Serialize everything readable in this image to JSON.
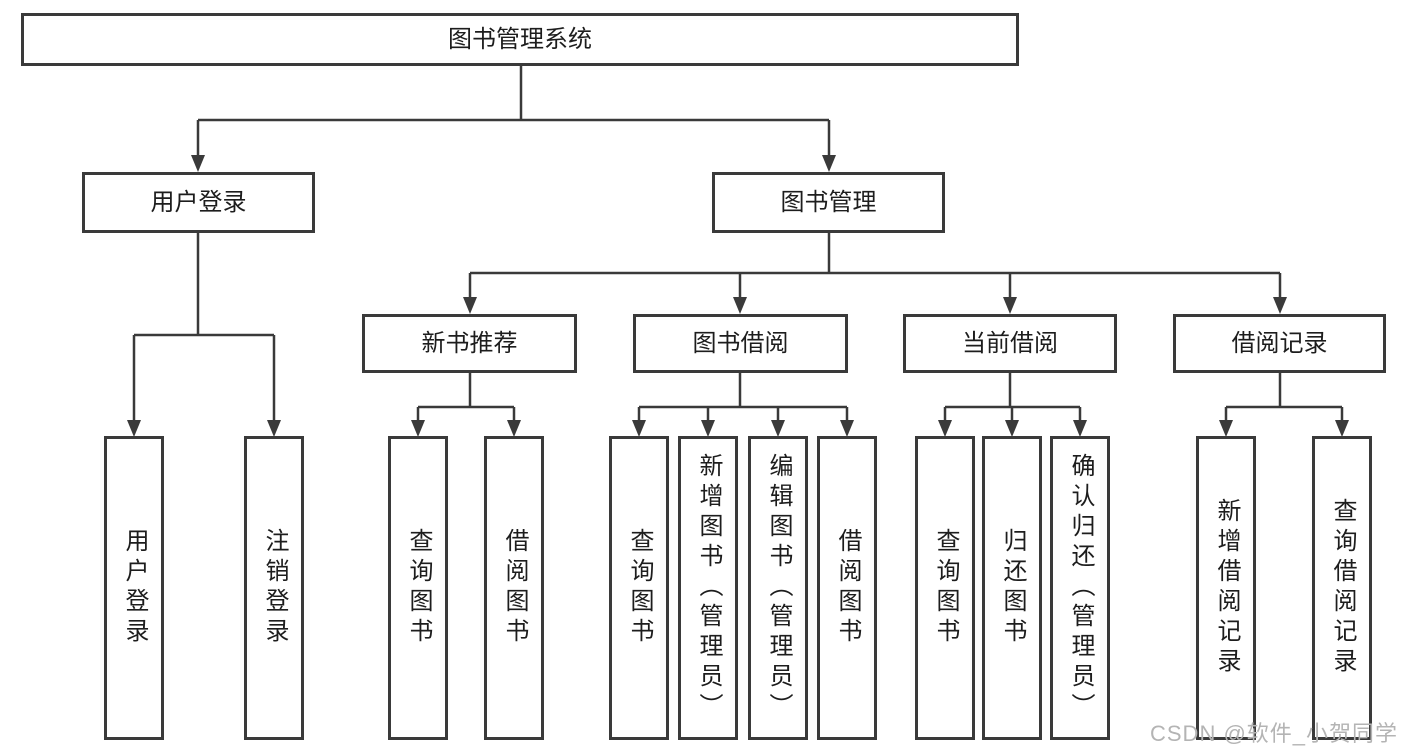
{
  "diagram": {
    "root": {
      "label": "图书管理系统"
    },
    "level2": [
      {
        "label": "用户登录"
      },
      {
        "label": "图书管理"
      }
    ],
    "level3": [
      {
        "label": "新书推荐"
      },
      {
        "label": "图书借阅"
      },
      {
        "label": "当前借阅"
      },
      {
        "label": "借阅记录"
      }
    ],
    "leaves": [
      {
        "label": "用户登录"
      },
      {
        "label": "注销登录"
      },
      {
        "label": "查询图书"
      },
      {
        "label": "借阅图书"
      },
      {
        "label": "查询图书"
      },
      {
        "label": "新增图书（管理员）"
      },
      {
        "label": "编辑图书（管理员）"
      },
      {
        "label": "借阅图书"
      },
      {
        "label": "查询图书"
      },
      {
        "label": "归还图书"
      },
      {
        "label": "确认归还（管理员）"
      },
      {
        "label": "新增借阅记录"
      },
      {
        "label": "查询借阅记录"
      }
    ]
  },
  "watermark": {
    "text": "CSDN @软件_小贺同学"
  },
  "colors": {
    "line": "#3a3a3a",
    "box_border": "#3a3a3a",
    "text": "#1d1d1d",
    "watermark": "#b4b4b4",
    "background": "#ffffff"
  }
}
